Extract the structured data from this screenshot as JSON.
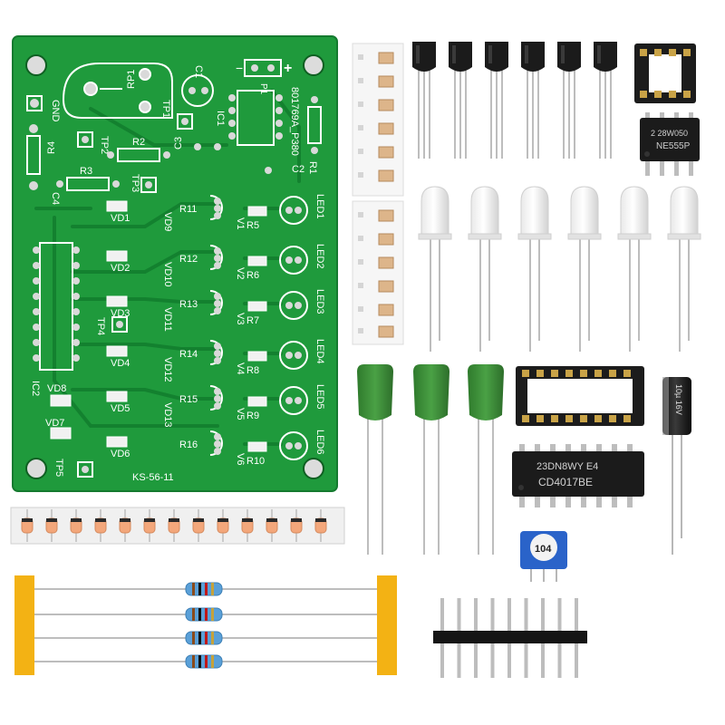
{
  "colors": {
    "pcb": "#1f9a3c",
    "pcb_dark": "#137a2c",
    "silk": "#ffffff",
    "pad": "#d9d9d9",
    "chip": "#1b1b1b",
    "cap_green": "#3f8f3a",
    "tape": "#e8a24a",
    "resistor_body": "#5aa0d8",
    "pot_blue": "#2a63c9"
  },
  "board": {
    "label_gnd": "GND",
    "label_r4": "R4",
    "label_rp1": "RP1",
    "label_tp1": "TP1",
    "label_tp2": "TP2",
    "label_tp3": "TP3",
    "label_tp4": "TP4",
    "label_tp5": "TP5",
    "label_c1": "C1",
    "label_c2": "C2",
    "label_c3": "C3",
    "label_c4": "C4",
    "label_r1": "R1",
    "label_r2": "R2",
    "label_r3": "R3",
    "label_ic1": "IC1",
    "label_ic2": "IC2",
    "label_part": "801769A_P380",
    "label_model": "KS-56-11",
    "label_plus": "+",
    "label_minus": "−",
    "label_p1": "P1",
    "rows": [
      {
        "vd": "VD1",
        "vdz": "VD9",
        "r": "R11",
        "rb": "R5",
        "v": "V1",
        "led": "LED1"
      },
      {
        "vd": "VD2",
        "vdz": "VD10",
        "r": "R12",
        "rb": "R6",
        "v": "V2",
        "led": "LED2"
      },
      {
        "vd": "VD3",
        "vdz": "VD11",
        "r": "R13",
        "rb": "R7",
        "v": "V3",
        "led": "LED3"
      },
      {
        "vd": "VD4",
        "vdz": "VD12",
        "r": "R14",
        "rb": "R8",
        "v": "V4",
        "led": "LED4"
      },
      {
        "vd": "VD5",
        "vdz": "VD13",
        "r": "R15",
        "rb": "R9",
        "v": "V5",
        "led": "LED5"
      },
      {
        "vd": "VD6",
        "vdz": "",
        "r": "R16",
        "rb": "R10",
        "v": "V6",
        "led": "LED6"
      }
    ],
    "label_vd7": "VD7",
    "label_vd8": "VD8"
  },
  "chips": {
    "ne555_code": "2 28W050",
    "ne555_name": "NE555P",
    "cd4017_code": "23DN8WY E4",
    "cd4017_name": "CD4017BE",
    "pot_code": "104",
    "electrolytic_text": "10µ 16V"
  },
  "counts": {
    "transistors": 6,
    "leds": 6,
    "film_caps": 3,
    "diode_strip": 13,
    "resistors": 4,
    "header_pins": 9
  }
}
